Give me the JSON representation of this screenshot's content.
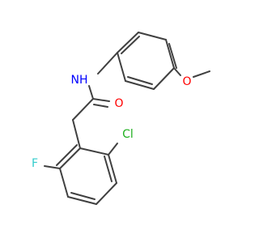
{
  "molecule": {
    "atoms": {
      "nh": {
        "label": "NH",
        "color": "#0000ff"
      },
      "o_carbonyl": {
        "label": "O",
        "color": "#ff0000"
      },
      "o_methoxy": {
        "label": "O",
        "color": "#ff0000"
      },
      "f": {
        "label": "F",
        "color": "#33cccc"
      },
      "cl": {
        "label": "Cl",
        "color": "#1fb01f"
      }
    },
    "bond_color": "#404040",
    "background": "#ffffff"
  }
}
